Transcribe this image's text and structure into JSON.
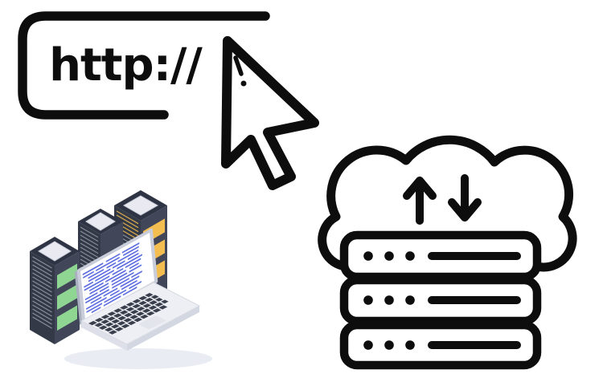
{
  "illustration": {
    "title": "HTTP web address, cursor and cloud server illustration",
    "address_bar": {
      "protocol": "http://"
    },
    "icons": {
      "address_bar": "url-address-bar-outline",
      "cursor": "mouse-arrow-pointer-icon",
      "cursor_shine": "cursor-shine-mark",
      "cloud": "cloud-outline-icon",
      "upload_arrow": "arrow-up-icon",
      "download_arrow": "arrow-down-icon",
      "server_rack": "stacked-server-rack-icon",
      "data_center": "isometric-server-towers-with-laptop"
    },
    "server_rack": {
      "units": 3,
      "leds_per_unit": 3,
      "bars_per_unit": 1
    },
    "colors": {
      "outline_black": "#0d0d0d",
      "background": "#ffffff",
      "tower_top": "#2e3444",
      "tower_left_face": "#333947",
      "tower_right_face": "#414759",
      "stripe_green": "#8fd692",
      "stripe_yellow": "#f3bd4f",
      "panel_light": "#e9eaf1",
      "laptop_body": "#edeff4",
      "laptop_frame": "#c9cdd9",
      "key_dark": "#3a3f4e",
      "screen_code_blue": "#5f6fe0",
      "shadow": "#eaecf4"
    }
  }
}
